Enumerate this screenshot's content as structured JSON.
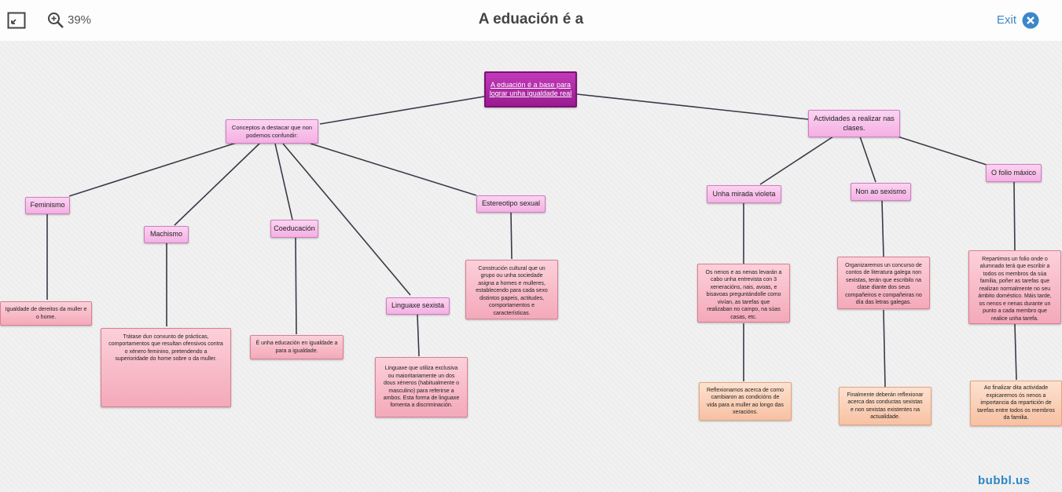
{
  "toolbar": {
    "fit_icon": "fit-to-screen-icon",
    "zoom_icon": "zoom-in-icon",
    "zoom_level": "39%",
    "title": "A eduación é a",
    "exit_label": "Exit",
    "exit_icon": "close-circle-icon",
    "accent": "#3c87c9"
  },
  "colors": {
    "root": "#a8239e",
    "node": "#f6bce8",
    "leaf": "#f7b3c2",
    "leaf_peach": "#f9c9ad",
    "line": "#3a3a48"
  },
  "mindmap": {
    "root": "A eduación é a base para lograr unha igualdade real",
    "concepts": {
      "label": "Conceptos a destacar que non podemos confundir:",
      "feminismo": "Feminismo",
      "feminismo_text": "Igualdade de dereitos da muller e o home.",
      "machismo": "Machismo",
      "machismo_text": "Trátase dun conxunto de prácticas, comportamentos que resultan ofensivos contra o xénero feminino, pretendendo a superioridade do home sobre o da muller.",
      "coeducacion": "Coeducación",
      "coeducacion_text": "É unha educación en igualdade a para a igualdade.",
      "linguaxe": "Linguaxe sexista",
      "linguaxe_text": "Linguaxe que utiliza exclusiva ou maioritariamente un dos dous xéneros (habitualmente o masculino) para referirse a ambos. Esta forma de linguaxe fomenta a discriminación.",
      "estereotipo": "Estereotipo sexual",
      "estereotipo_text": "Construción cultural que un grupo ou unha sociedade asigna a homes e mulleres, establecendo para cada sexo distintos papeis, actitudes, comportamentos e características."
    },
    "activities": {
      "label": "Actividades a realizar nas clases.",
      "mirada": "Unha mirada violeta",
      "mirada_text": "Os nenos e as nenas levarán a cabo unha entrevista con 3 xeneracións, nais, avoas, e bisavoas preguntándolle como vivían, as tarefas que realizaban no campo, na súas casas, etc.",
      "mirada_text2": "Reflexionamos acerca de como cambiaron as condicións de vida para a muller ao longo das xeracións.",
      "sexismo": "Non ao sexismo",
      "sexismo_text": "Organizaremos un concurso de contos de literatura galega non sexistas, terán que escribilo na clase diante dos seus compañeiros e compañeiras no día das letras galegas.",
      "sexismo_text2": "Finalmente deberán reflexionar acerca das conductas sexistas e non sexistas existentes na actualidade.",
      "folio": "O folio máxico",
      "folio_text": "Repartimos un folio onde o alumnado terá que escribir a todos os membros da súa familia, poñer as tarefas que realizan normalmente no seu ámbito doméstico. Máis tarde, os nenos e nenas durante un punto a cada membro que realice unha tarefa.",
      "folio_text2": "Ao finalizar dita actividade expicaremos ós nenos a importancia da repartición de tarefas entre todos os membros da familia."
    }
  },
  "brand": "bubbl.us"
}
